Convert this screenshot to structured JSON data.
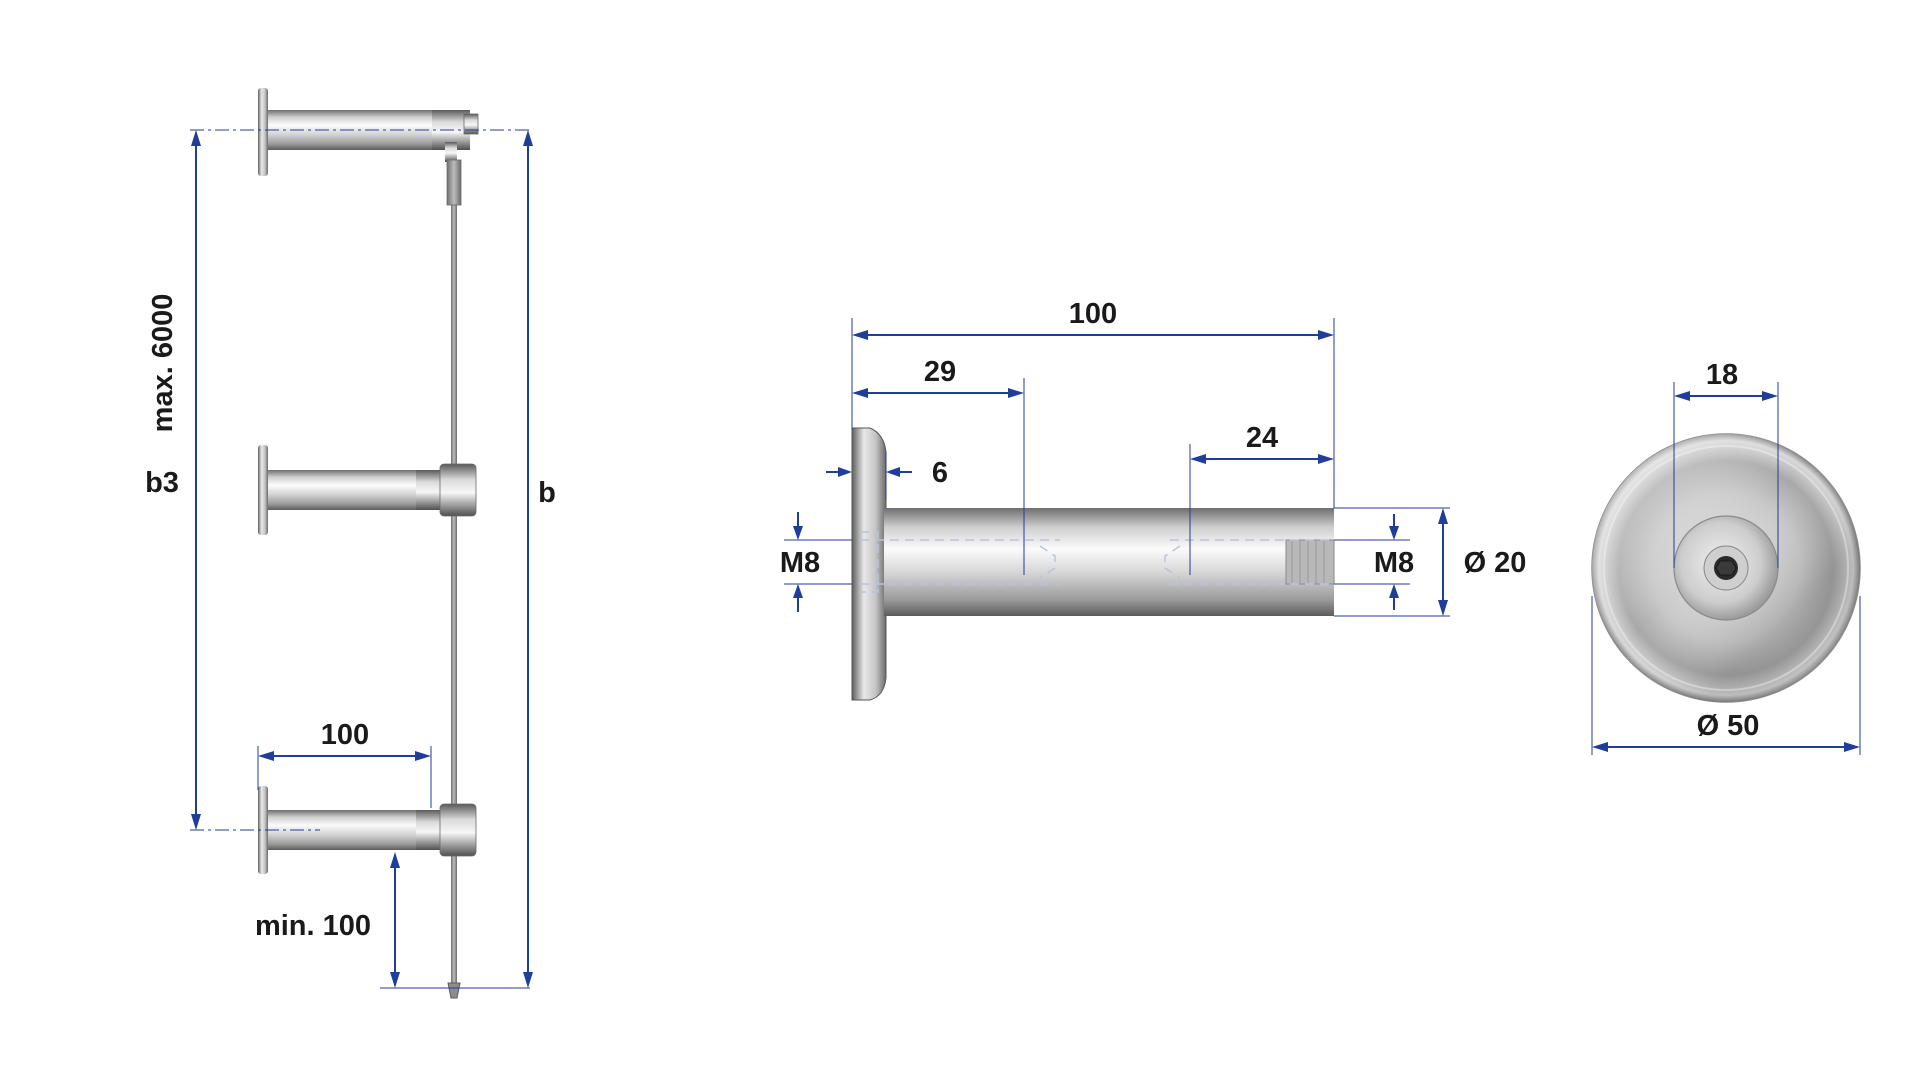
{
  "labels": {
    "left_view": {
      "max_length": "max. 6000",
      "b3": "b3",
      "b": "b",
      "standoff_length": "100",
      "min_spacing": "min. 100"
    },
    "side_view": {
      "total_length": "100",
      "hole_depth_left": "29",
      "thread_depth_right": "24",
      "flange_thickness": "6",
      "thread_left": "M8",
      "thread_right": "M8",
      "diameter": "Ø 20"
    },
    "front_view": {
      "inner_diameter": "18",
      "outer_diameter": "Ø 50"
    }
  },
  "colors": {
    "dimension_lines": "#1f3d9a",
    "text": "#1a1a1a",
    "steel_light": "#f4f4f4",
    "steel_dark": "#7c7c7c",
    "cable": "#8a8a8a"
  }
}
